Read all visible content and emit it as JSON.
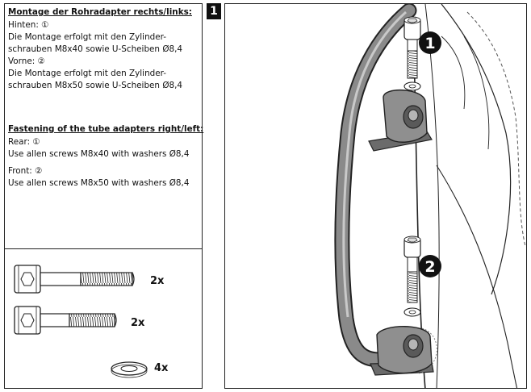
{
  "instructions": {
    "de": {
      "heading": "Montage der Rohradapter rechts/links:",
      "rear_label": "Hinten: ①",
      "rear_line1": "Die Montage erfolgt mit den Zylinder-",
      "rear_line2": "schrauben M8x40 sowie U-Scheiben Ø8,4",
      "front_label": "Vorne: ②",
      "front_line1": "Die Montage erfolgt mit den Zylinder-",
      "front_line2": "schrauben M8x50 sowie U-Scheiben Ø8,4"
    },
    "en": {
      "heading": "Fastening of the tube adapters right/left:",
      "rear_label": "Rear: ①",
      "rear_line1": "Use allen screws M8x40 with washers Ø8,4",
      "front_label": "Front: ②",
      "front_line1": "Use allen screws M8x50 with washers Ø8,4"
    }
  },
  "parts": [
    {
      "name": "allen-screw-long",
      "qty": "2x"
    },
    {
      "name": "allen-screw-short",
      "qty": "2x"
    },
    {
      "name": "washer",
      "qty": "4x"
    }
  ],
  "step": "1",
  "callouts": [
    "1",
    "2"
  ]
}
